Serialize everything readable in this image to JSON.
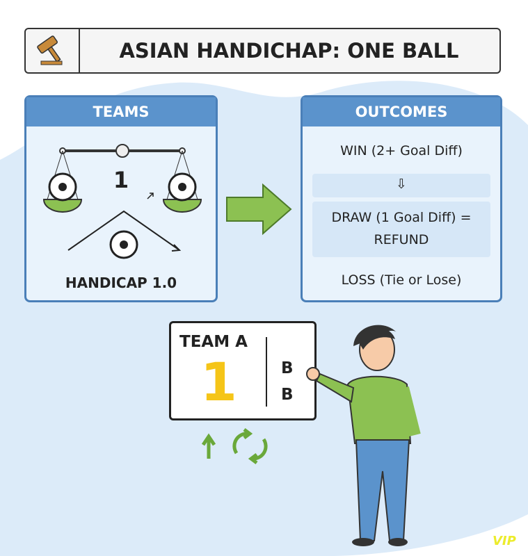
{
  "title": "ASIAN HANDICHAP: ONE BALL",
  "teams": {
    "header": "TEAMS",
    "number": "1",
    "label": "HANDICAP 1.0"
  },
  "outcomes": {
    "header": "OUTCOMES",
    "win": "WIN (2+ Goal Diff)",
    "arrow": "⇩",
    "draw_line1": "DRAW (1 Goal Diff) =",
    "draw_line2": "REFUND",
    "loss": "LOSS (Tie or Lose)"
  },
  "scoreboard": {
    "team": "TEAM A",
    "score": "1",
    "b1": "B",
    "b2": "B"
  },
  "watermark": "VIP",
  "colors": {
    "panel_blue": "#5b93cc",
    "green": "#8cc152",
    "yellow": "#f5c518"
  }
}
